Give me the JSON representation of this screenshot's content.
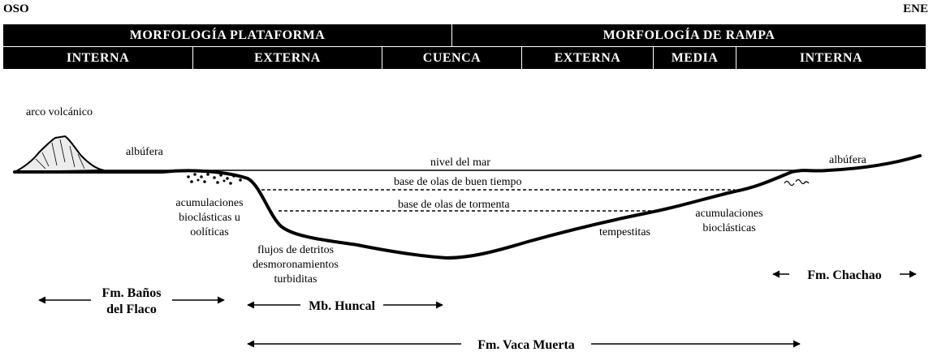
{
  "orientation": {
    "west": "OSO",
    "east": "ENE"
  },
  "morphology": [
    {
      "label": "MORFOLOGÍA PLATAFORMA"
    },
    {
      "label": "MORFOLOGÍA DE RAMPA"
    }
  ],
  "zones": [
    {
      "label": "INTERNA"
    },
    {
      "label": "EXTERNA"
    },
    {
      "label": "CUENCA"
    },
    {
      "label": "EXTERNA"
    },
    {
      "label": "MEDIA"
    },
    {
      "label": "INTERNA"
    }
  ],
  "labels": {
    "volcanic_arc": "arco volcánico",
    "lagoon_west": "albúfera",
    "lagoon_east": "albúfera",
    "sea_level": "nivel del mar",
    "fair_weather_wave_base": "base de olas de buen tiempo",
    "storm_wave_base": "base de olas de tormenta",
    "west_accumulations": [
      "acumulaciones",
      "bioclásticas u",
      "oolíticas"
    ],
    "debris": [
      "flujos de detritos",
      "desmoronamientos",
      "turbiditas"
    ],
    "tempestites": "tempestitas",
    "east_accumulations": [
      "acumulaciones",
      "bioclásticas"
    ]
  },
  "formations": {
    "banos_del_flaco": [
      "Fm. Baños",
      "del Flaco"
    ],
    "huncal": "Mb. Huncal",
    "chachao": "Fm. Chachao",
    "vaca_muerta": "Fm. Vaca Muerta"
  }
}
